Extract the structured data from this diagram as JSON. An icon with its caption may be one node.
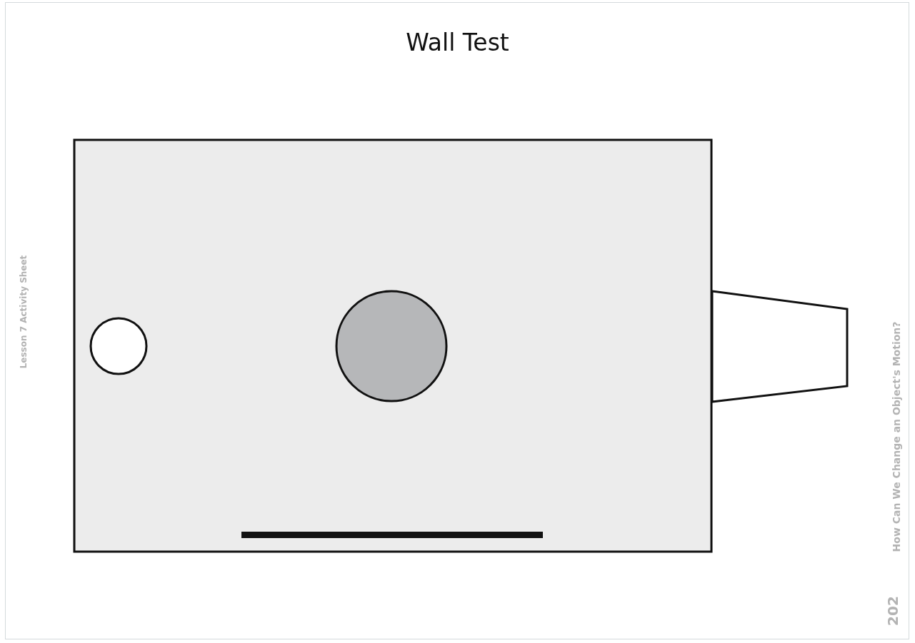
{
  "diagram": {
    "title": "Wall Test",
    "labels": [
      "Lesson 7 Activity Sheet",
      "How Can We Change an Object's Motion?",
      "202"
    ]
  }
}
